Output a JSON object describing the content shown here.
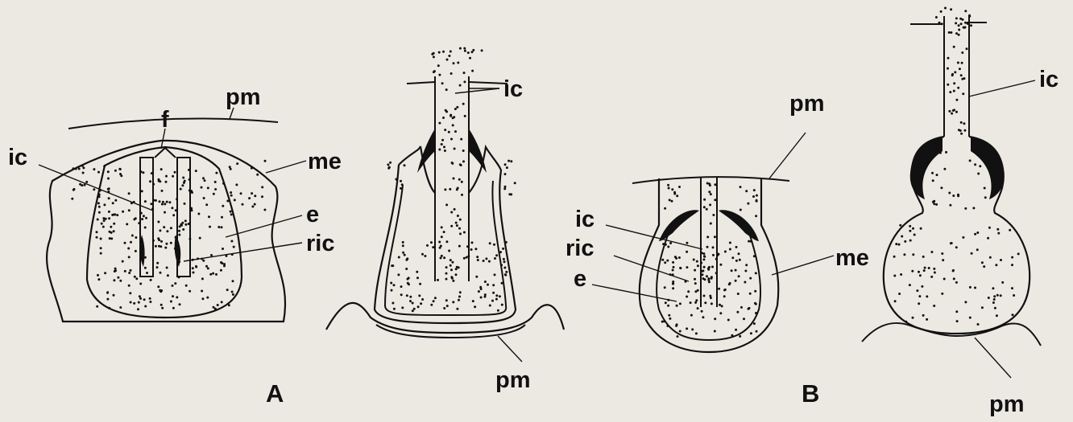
{
  "figure": {
    "colors": {
      "background": "#ece9e3",
      "ink": "#111111"
    },
    "panel_a": {
      "panel_letter": "A",
      "left_labels": {
        "pm": "pm",
        "f": "f",
        "ic": "ic",
        "me": "me",
        "e": "e",
        "ric": "ric"
      },
      "right_labels": {
        "ic": "ic",
        "pm": "pm"
      }
    },
    "panel_b": {
      "panel_letter": "B",
      "left_labels": {
        "pm": "pm",
        "ic": "ic",
        "ric": "ric",
        "e": "e",
        "me": "me"
      },
      "right_labels": {
        "ic": "ic",
        "pm": "pm"
      }
    }
  }
}
